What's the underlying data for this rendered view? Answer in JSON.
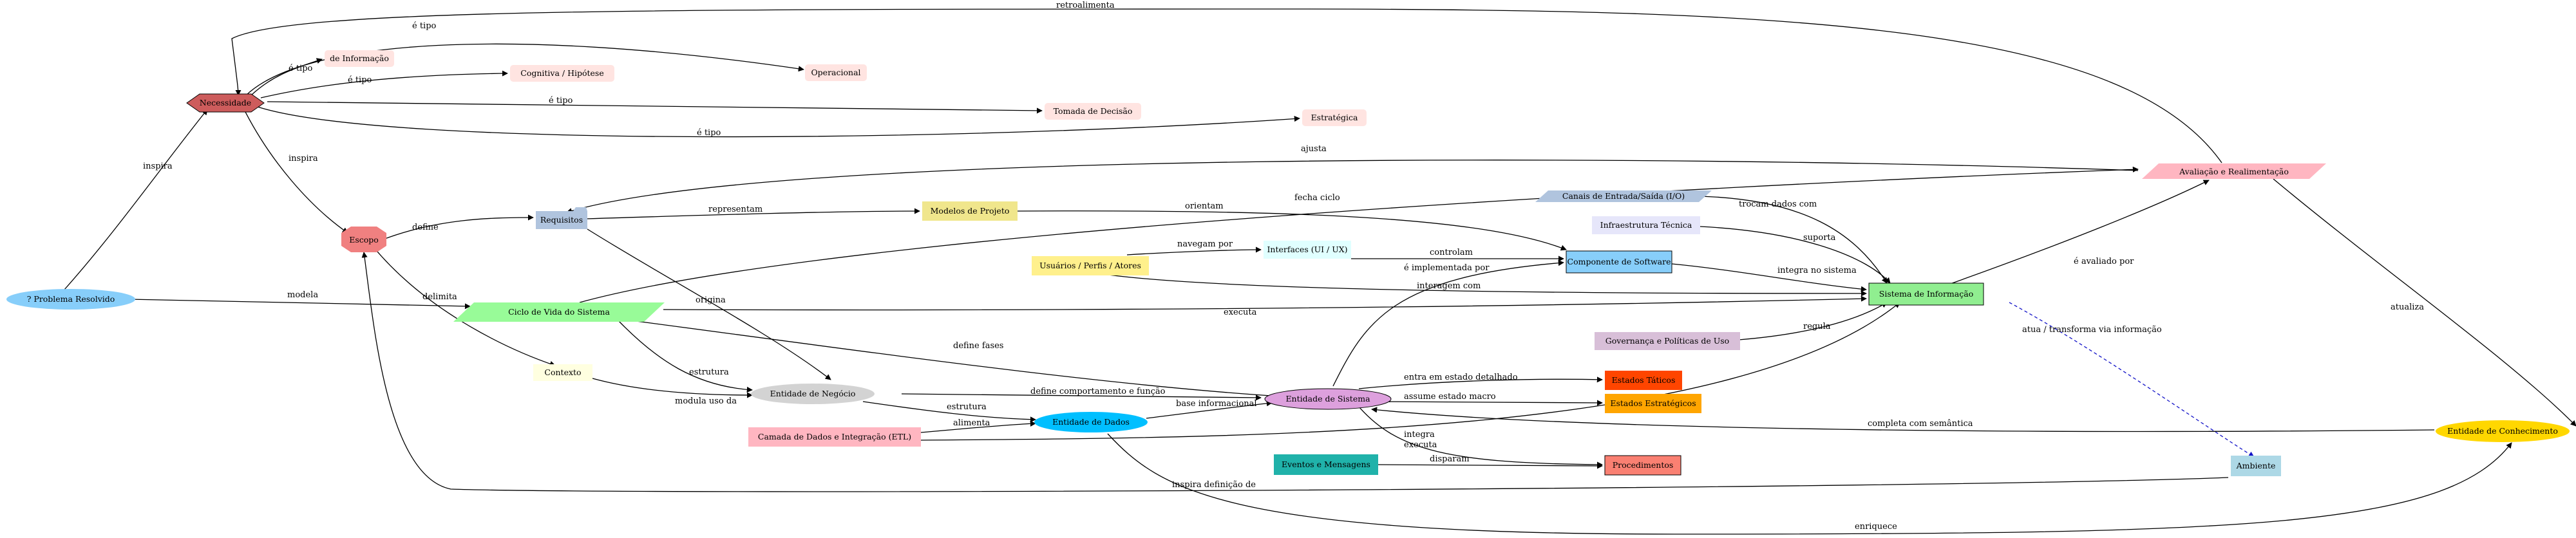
{
  "nodes": {
    "problema": "? Problema Resolvido",
    "necessidade": "Necessidade",
    "tipo_informacao": "de Informação",
    "tipo_cognitiva": "Cognitiva / Hipótese",
    "tipo_operacional": "Operacional",
    "tipo_decisao": "Tomada de Decisão",
    "tipo_estrategica": "Estratégica",
    "escopo": "Escopo",
    "requisitos": "Requisitos",
    "modelos_projeto": "Modelos de Projeto",
    "usuarios": "Usuários / Perfis / Atores",
    "interfaces": "Interfaces (UI / UX)",
    "componente_software": "Componente de Software",
    "canais": "Canais de Entrada/Saída (I/O)",
    "infraestrutura": "Infraestrutura Técnica",
    "sistema_informacao": "Sistema de Informação",
    "avaliacao": "Avaliação e Realimentação",
    "ciclo_vida": "Ciclo de Vida do Sistema",
    "governanca": "Governança e Políticas de Uso",
    "contexto": "Contexto",
    "entidade_negocio": "Entidade de Negócio",
    "entidade_sistema": "Entidade de Sistema",
    "estados_taticos": "Estados Táticos",
    "estados_estrategicos": "Estados Estratégicos",
    "camada_dados": "Camada de Dados e Integração (ETL)",
    "entidade_dados": "Entidade de Dados",
    "eventos": "Eventos e Mensagens",
    "procedimentos": "Procedimentos",
    "ambiente": "Ambiente",
    "entidade_conhecimento": "Entidade de Conhecimento"
  },
  "edges": {
    "retroalimenta": "retroalimenta",
    "e_tipo": "é tipo",
    "inspira": "inspira",
    "define": "define",
    "representam": "representam",
    "ajusta": "ajusta",
    "orientam": "orientam",
    "fecha_ciclo": "fecha ciclo",
    "trocam_dados_com": "trocam dados com",
    "suporta": "suporta",
    "e_avaliado_por": "é avaliado por",
    "navegam_por": "navegam por",
    "controlam": "controlam",
    "e_implementada_por": "é implementada por",
    "integra_no_sistema": "integra no sistema",
    "interagem_com": "interagem com",
    "modela": "modela",
    "executa": "executa",
    "origina": "origina",
    "delimita": "delimita",
    "regula": "regula",
    "atua_transforma": "atua / transforma via informação",
    "atualiza": "atualiza",
    "define_fases": "define fases",
    "estrutura": "estrutura",
    "entra_em_estado": "entra em estado detalhado",
    "modula_uso_da": "modula uso da",
    "define_comportamento": "define comportamento e função",
    "assume_estado": "assume estado macro",
    "base_informacional": "base informacional",
    "alimenta": "alimenta",
    "integra": "integra",
    "completa_com_semantica": "completa com semântica",
    "disparam": "disparam",
    "inspira_definicao_de": "inspira definição de",
    "enriquece": "enriquece"
  },
  "colors": {
    "problema": "#87cefa",
    "necessidade": "#cd5c5c",
    "tipo": "#ffe4e1",
    "escopo": "#f08080",
    "requisitos": "#b0c4de",
    "modelos_projeto": "#f0e68c",
    "usuarios": "#fff08c",
    "interfaces": "#e0ffff",
    "componente_software": "#87cefa",
    "canais": "#b0c4de",
    "infraestrutura": "#e6e6fa",
    "sistema_informacao": "#90ee90",
    "avaliacao": "#ffb6c1",
    "ciclo_vida": "#98fb98",
    "governanca": "#d8bfd8",
    "contexto": "#ffffe0",
    "entidade_negocio": "#d3d3d3",
    "entidade_sistema": "#dda0dd",
    "estados_taticos": "#ff4500",
    "estados_estrategicos": "#ffa500",
    "camada_dados": "#ffb6c1",
    "entidade_dados": "#00bfff",
    "eventos": "#20b2aa",
    "procedimentos": "#fa8072",
    "ambiente": "#add8e6",
    "entidade_conhecimento": "#ffd700",
    "edge_dashed": "#1414c8"
  }
}
